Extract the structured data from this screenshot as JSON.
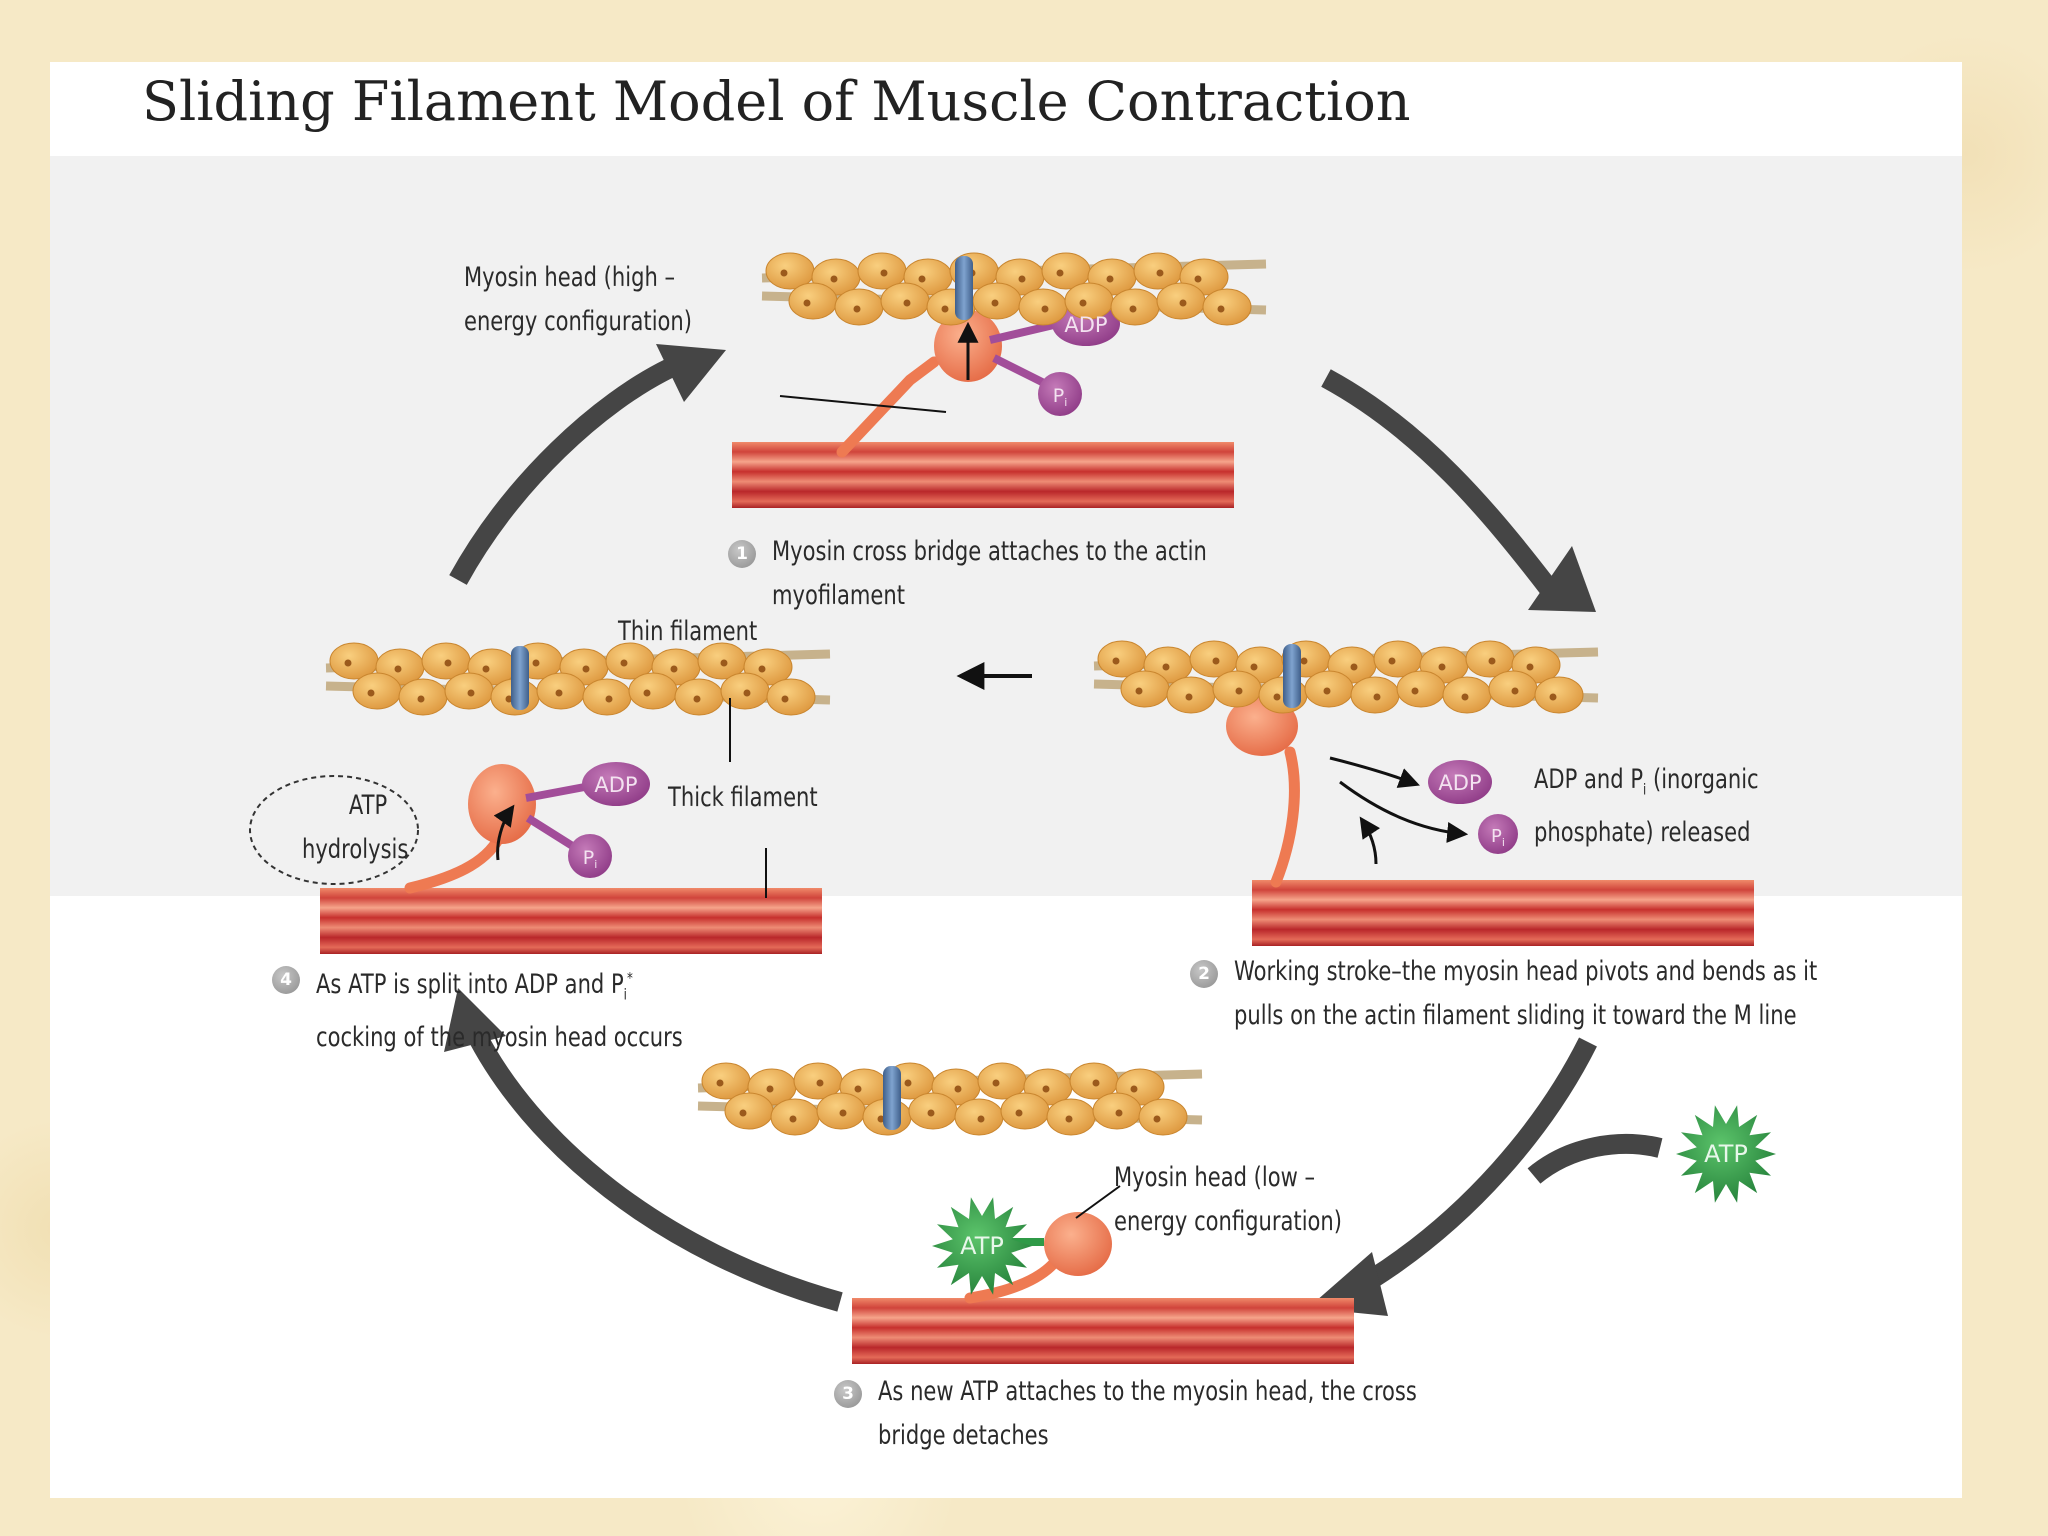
{
  "title": "Sliding Filament Model of Muscle Contraction",
  "colors": {
    "actin": "#e8a74c",
    "myosin_head": "#ef7f55",
    "thick_filament": "#cc3a34",
    "adp": "#a24d99",
    "atp_burst": "#2f9a47",
    "cycle_arrow": "#454545"
  },
  "molecules": {
    "adp": "ADP",
    "pi": "P",
    "pi_sub": "i",
    "atp": "ATP"
  },
  "labels": {
    "myosin_head_high_line1": "Myosin head (high –",
    "myosin_head_high_line2": "energy configuration)",
    "thin_filament": "Thin filament",
    "thick_filament": "Thick filament",
    "atp_hydrolysis_line1": "ATP",
    "atp_hydrolysis_line2": "hydrolysis",
    "adp_release_line1_a": "ADP and P",
    "adp_release_line1_sub": "i",
    "adp_release_line1_b": " (inorganic",
    "adp_release_line2": "phosphate) released",
    "myosin_head_low_line1": "Myosin head (low –",
    "myosin_head_low_line2": "energy configuration)"
  },
  "steps": [
    {
      "number": "1",
      "line1": "Myosin cross bridge attaches to the actin",
      "line2": "myofilament"
    },
    {
      "number": "2",
      "line1": "Working stroke–the myosin head pivots and bends as it",
      "line2": "pulls on the actin filament sliding it toward the M line"
    },
    {
      "number": "3",
      "line1": "As new ATP attaches to the myosin head, the cross",
      "line2": "bridge detaches"
    },
    {
      "number": "4",
      "line1_a": "As ATP is split into ADP and P",
      "line1_sub": "i",
      "line1_b": "*",
      "line2": "cocking of the myosin head occurs"
    }
  ]
}
